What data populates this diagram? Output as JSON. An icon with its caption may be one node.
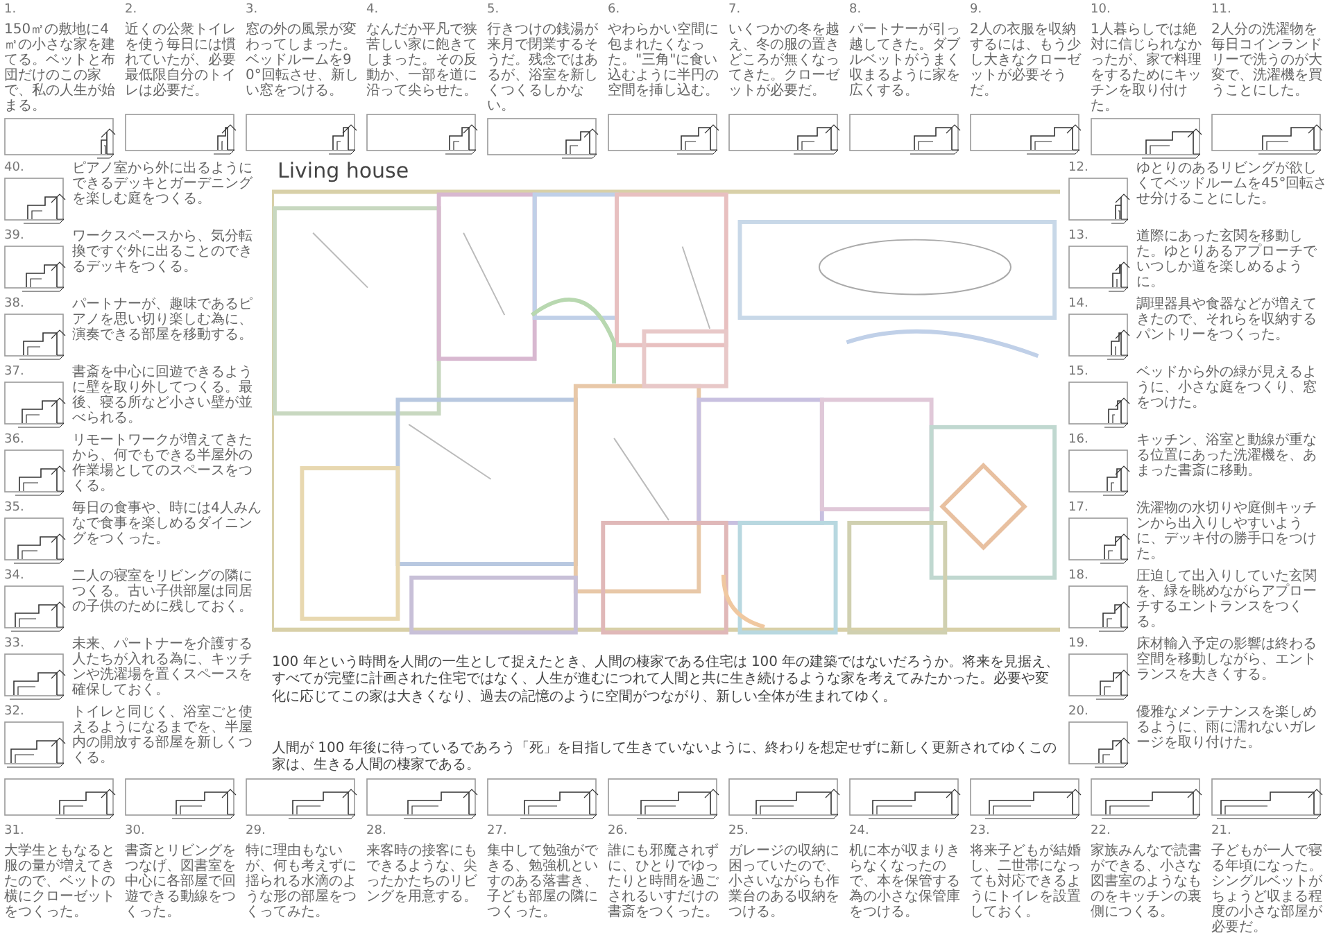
{
  "diagram": {
    "title": "Living house",
    "nodes": [
      {
        "text": [
          "1.",
          "150㎡の敷地に4㎡の小さな家を建てる。ベットと布団だけのこの家で、私の人生が始まる。"
        ]
      },
      {
        "text": [
          "2.",
          "近くの公衆トイレを使う毎日には慣れていたが、必要最低限自分のトイレは必要だ。"
        ]
      },
      {
        "text": [
          "3.",
          "窓の外の風景が変わってしまった。ベッドルームを90°回転させ、新しい窓をつける。"
        ]
      },
      {
        "text": [
          "4.",
          "なんだか平凡で狭苦しい家に飽きてしまった。その反動か、一部を道に沿って尖らせた。"
        ]
      },
      {
        "text": [
          "5.",
          "行きつけの銭湯が来月で閉業するそうだ。残念ではあるが、浴室を新しくつくるしかない。"
        ]
      },
      {
        "text": [
          "6.",
          "やわらかい空間に包まれたくなった。\"三角\"に食い込むように半円の空間を挿し込む。"
        ]
      },
      {
        "text": [
          "7.",
          "いくつかの冬を越え、冬の服の置きどころが無くなってきた。クローゼットが必要だ。"
        ]
      },
      {
        "text": [
          "8.",
          "パートナーが引っ越してきた。ダブルベットがうまく収まるように家を広くする。"
        ]
      },
      {
        "text": [
          "9.",
          "2人の衣服を収納するには、もう少し大きなクローゼットが必要そうだ。"
        ]
      },
      {
        "text": [
          "10.",
          "1人暮らしでは絶対に信じられなかったが、家で料理をするためにキッチンを取り付けた。"
        ]
      },
      {
        "text": [
          "11.",
          "2人分の洗濯物を毎日コインランドリーで洗うのが大変で、洗濯機を買うことにした。"
        ]
      },
      {
        "text": [
          "40.",
          "ピアノ室から外に出るようにできるデッキとガーデニングを楽しむ庭をつくる。"
        ]
      },
      {
        "text": [
          "39.",
          "ワークスペースから、気分転換ですぐ外に出ることのできるデッキをつくる。"
        ]
      },
      {
        "text": [
          "38.",
          "パートナーが、趣味であるピアノを思い切り楽しむ為に、演奏できる部屋を移動する。"
        ]
      },
      {
        "text": [
          "37.",
          "書斎を中心に回遊できるように壁を取り外してつくる。最後、寝る所など小さい壁が並べられる。"
        ]
      },
      {
        "text": [
          "36.",
          "リモートワークが増えてきたから、何でもできる半屋外の作業場としてのスペースをつくる。"
        ]
      },
      {
        "text": [
          "35.",
          "毎日の食事や、時には4人みんなで食事を楽しめるダイニングをつくった。"
        ]
      },
      {
        "text": [
          "34.",
          "二人の寝室をリビングの隣につくる。古い子供部屋は同居の子供のために残しておく。"
        ]
      },
      {
        "text": [
          "33.",
          "未来、パートナーを介護する人たちが入れる為に、キッチンや洗濯場を置くスペースを確保しておく。"
        ]
      },
      {
        "text": [
          "32.",
          "トイレと同じく、浴室ごと使えるようになるまでを、半屋内の開放する部屋を新しくつくる。"
        ]
      },
      {
        "text": [
          "12.",
          "ゆとりのあるリビングが欲しくてベッドルームを45°回転させ分けることにした。"
        ]
      },
      {
        "text": [
          "13.",
          "道際にあった玄関を移動した。ゆとりあるアプローチでいつしか道を楽しめるように。"
        ]
      },
      {
        "text": [
          "14.",
          "調理器具や食器などが増えてきたので、それらを収納するパントリーをつくった。"
        ]
      },
      {
        "text": [
          "15.",
          "ベッドから外の緑が見えるように、小さな庭をつくり、窓をつけた。"
        ]
      },
      {
        "text": [
          "16.",
          "キッチン、浴室と動線が重なる位置にあった洗濯機を、あまった書斎に移動。"
        ]
      },
      {
        "text": [
          "17.",
          "洗濯物の水切りや庭側キッチンから出入りしやすいように、デッキ付の勝手口をつけた。"
        ]
      },
      {
        "text": [
          "18.",
          "圧迫して出入りしていた玄関を、緑を眺めながらアプローチするエントランスをつくる。"
        ]
      },
      {
        "text": [
          "19.",
          "床材輸入予定の影響は終わる空間を移動しながら、エントランスを大きくする。"
        ]
      },
      {
        "text": [
          "20.",
          "優雅なメンテナンスを楽しめるように、雨に濡れないガレージを取り付けた。"
        ]
      },
      {
        "text": [
          "31.",
          "大学生ともなると服の量が増えてきたので、ベットの横にクローゼットをつくった。"
        ]
      },
      {
        "text": [
          "30.",
          "書斎とリビングをつなげ、図書室を中心に各部屋で回遊できる動線をつくった。"
        ]
      },
      {
        "text": [
          "29.",
          "特に理由もないが、何も考えずに揺られる水滴のような形の部屋をつくってみた。"
        ]
      },
      {
        "text": [
          "28.",
          "来客時の接客にもできるような、尖ったかたちのリビングを用意する。"
        ]
      },
      {
        "text": [
          "27.",
          "集中して勉強ができる、勉強机といすのある落書き、子ども部屋の隣につくった。"
        ]
      },
      {
        "text": [
          "26.",
          "誰にも邪魔されずに、ひとりでゆったりと時間を過ごされるいすだけの書斎をつくった。"
        ]
      },
      {
        "text": [
          "25.",
          "ガレージの収納に困っていたので、小さいながらも作業台のある収納をつける。"
        ]
      },
      {
        "text": [
          "24.",
          "机に本が収まりきらなくなったので、本を保管する為の小さな保管庫をつける。"
        ]
      },
      {
        "text": [
          "23.",
          "将来子どもが結婚し、二世帯になっても対応できるようにトイレを設置しておく。"
        ]
      },
      {
        "text": [
          "22.",
          "家族みんなで読書ができる、小さな図書室のようなものをキッチンの裏側につくる。"
        ]
      },
      {
        "text": [
          "21.",
          "子どもが一人で寝る年頃になった。シングルベットがちょうど収まる程度の小さな部屋が必要だ。"
        ]
      }
    ],
    "labels": [
      "100 年という時間を人間の一生として捉えたとき、人間の棲家である住宅は 100 年の建築ではないだろうか。将来を見据え、すべてが完璧に計画された住宅ではなく、人生が進むにつれて人間と共に生き続けるような家を考えてみたかった。必要や変化に応じてこの家は大きくなり、過去の記憶のように空間がつながり、新しい全体が生まれてゆく。",
      "人間が 100 年後に待っているであろう「死」を目指して生きていないように、終わりを想定せずに新しく更新されてゆくこの家は、生きる人間の棲家である。"
    ]
  }
}
